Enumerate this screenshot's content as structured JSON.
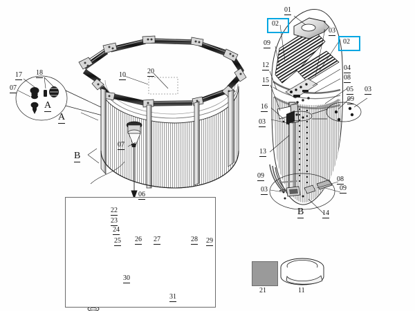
{
  "document": {
    "type": "exploded-parts-diagram",
    "subject": "above-ground swimming pool assembly",
    "background_color": "#fefefe",
    "line_color": "#111111",
    "highlight_color": "#00a6e2"
  },
  "left_detail_A": {
    "callout_letter": "A",
    "callout_letter_on_pool": "A",
    "labels": [
      {
        "id": "17",
        "text": "17"
      },
      {
        "id": "18",
        "text": "18"
      },
      {
        "id": "07",
        "text": "07"
      }
    ]
  },
  "main_pool": {
    "callout_letter_B": "B",
    "labels": [
      {
        "id": "10",
        "text": "10"
      },
      {
        "id": "20",
        "text": "20"
      },
      {
        "id": "07",
        "text": "07"
      }
    ],
    "arrow_label": "06"
  },
  "right_pool": {
    "callout_letter_B": "B",
    "labels": [
      {
        "id": "01",
        "text": "01"
      },
      {
        "id": "02a",
        "text": "02",
        "highlighted": true
      },
      {
        "id": "02b",
        "text": "02",
        "highlighted": true
      },
      {
        "id": "03a",
        "text": "03"
      },
      {
        "id": "03b",
        "text": "03"
      },
      {
        "id": "03c",
        "text": "03"
      },
      {
        "id": "03d",
        "text": "03"
      },
      {
        "id": "04",
        "text": "04"
      },
      {
        "id": "05",
        "text": "05"
      },
      {
        "id": "08a",
        "text": "08"
      },
      {
        "id": "08b",
        "text": "08"
      },
      {
        "id": "09a",
        "text": "09"
      },
      {
        "id": "09b",
        "text": "09"
      },
      {
        "id": "09c",
        "text": "09"
      },
      {
        "id": "09d",
        "text": "09"
      },
      {
        "id": "12",
        "text": "12"
      },
      {
        "id": "13",
        "text": "13"
      },
      {
        "id": "14",
        "text": "14"
      },
      {
        "id": "15",
        "text": "15"
      },
      {
        "id": "16",
        "text": "16"
      }
    ]
  },
  "inset_filter_assembly": {
    "title_ref": "06",
    "labels": [
      {
        "id": "22",
        "text": "22"
      },
      {
        "id": "23",
        "text": "23"
      },
      {
        "id": "24",
        "text": "24"
      },
      {
        "id": "25",
        "text": "25"
      },
      {
        "id": "26",
        "text": "26"
      },
      {
        "id": "27",
        "text": "27"
      },
      {
        "id": "28",
        "text": "28"
      },
      {
        "id": "29",
        "text": "29"
      },
      {
        "id": "30",
        "text": "30"
      },
      {
        "id": "31",
        "text": "31"
      }
    ]
  },
  "bottom_parts": {
    "items": [
      {
        "id": "21",
        "text": "21",
        "shape": "gray-square-swatch",
        "color": "#9a9a9a"
      },
      {
        "id": "11",
        "text": "11",
        "shape": "tape-roll"
      }
    ]
  }
}
